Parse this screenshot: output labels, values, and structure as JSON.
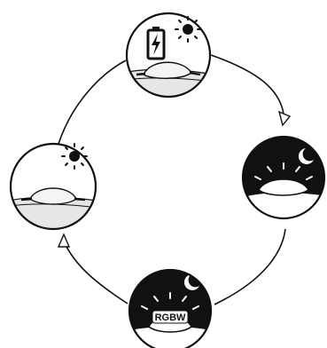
{
  "diagram": {
    "type": "cycle",
    "direction": "clockwise",
    "stages": [
      {
        "id": "day-charging",
        "scene": "day",
        "icons": [
          "battery-charging-icon",
          "sun-icon"
        ],
        "light": "off"
      },
      {
        "id": "night-lit",
        "scene": "night",
        "icons": [
          "moon-icon"
        ],
        "light": "on"
      },
      {
        "id": "night-rgbw",
        "scene": "night",
        "icons": [
          "moon-icon"
        ],
        "light": "on",
        "label": "RGBW"
      },
      {
        "id": "day-idle",
        "scene": "day",
        "icons": [
          "sun-icon"
        ],
        "light": "off"
      }
    ],
    "colors": {
      "outline": "#111111",
      "night_fill": "#111111",
      "day_fill": "#ffffff",
      "ground_fill": "#e6e6e6"
    }
  }
}
